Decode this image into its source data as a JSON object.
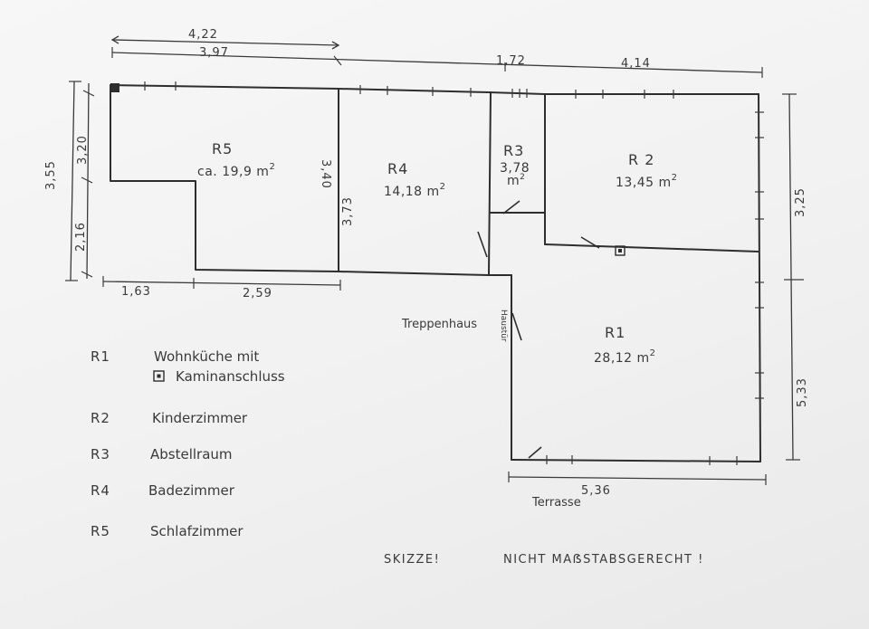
{
  "rooms": {
    "r5": {
      "name": "R5",
      "area_prefix": "ca.",
      "area": "19,9 m",
      "sup": "2"
    },
    "r4": {
      "name": "R4",
      "area": "14,18 m",
      "sup": "2"
    },
    "r3": {
      "name": "R3",
      "area": "3,78",
      "unit": "m",
      "sup": "2"
    },
    "r2": {
      "name": "R 2",
      "area": "13,45 m",
      "sup": "2"
    },
    "r1": {
      "name": "R1",
      "area": "28,12 m",
      "sup": "2"
    }
  },
  "dimensions": {
    "top_4_22": "4,22",
    "top_3_97": "3,97",
    "top_1_72": "1,72",
    "top_4_14": "4,14",
    "left_3_55": "3,55",
    "left_3_20": "3,20",
    "left_2_16": "2,16",
    "bottom_1_63": "1,63",
    "bottom_2_59": "2,59",
    "r4_3_40": "3,40",
    "r4_3_73": "3,73",
    "right_3_25": "3,25",
    "right_5_33": "5,33",
    "terrace_5_36": "5,36"
  },
  "labels": {
    "treppenhaus": "Treppenhaus",
    "haustuer": "Haustür",
    "terrasse": "Terrasse"
  },
  "legend": [
    {
      "code": "R1",
      "desc": "Wohnküche mit"
    },
    {
      "code": "",
      "desc": "Kaminanschluss"
    },
    {
      "code": "R2",
      "desc": "Kinderzimmer"
    },
    {
      "code": "R3",
      "desc": "Abstellraum"
    },
    {
      "code": "R4",
      "desc": "Badezimmer"
    },
    {
      "code": "R5",
      "desc": "Schlafzimmer"
    }
  ],
  "notes": {
    "skizze": "SKIZZE!",
    "nicht": "NICHT MAẞSTABSGERECHT !"
  },
  "colors": {
    "ink": "#2e2e2e",
    "paper": "#f4f4f4"
  }
}
